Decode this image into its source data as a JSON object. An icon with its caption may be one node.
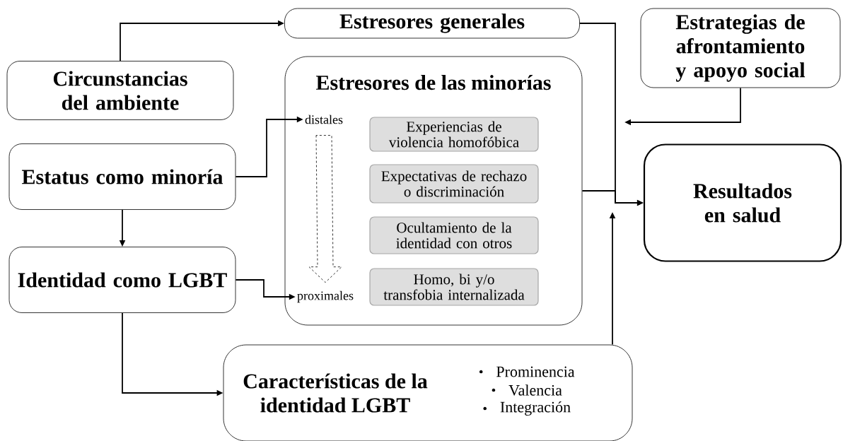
{
  "diagram": {
    "nodes": [
      {
        "text": [
          "Estresores generales"
        ]
      },
      {
        "text": [
          "Estrategias de afrontamiento y apoyo social"
        ]
      },
      {
        "text": [
          "Circunstancias del ambiente"
        ]
      },
      {
        "text": [
          "Estresores de las minorías"
        ]
      },
      {
        "text": [
          "distales"
        ],
        "in": 3
      },
      {
        "text": [
          "Experiencias de violencia homofóbica"
        ],
        "in": 3
      },
      {
        "text": [
          "Expectativas de rechazo o discriminación"
        ],
        "in": 3
      },
      {
        "text": [
          "Ocultamiento de la identidad con otros"
        ],
        "in": 3
      },
      {
        "text": [
          "Homo, bi y/o transfobia internalizada"
        ],
        "in": 3
      },
      {
        "text": [
          "proximales"
        ],
        "in": 3
      },
      {
        "text": [
          "Estatus como minoría"
        ]
      },
      {
        "text": [
          "Identidad como LGBT"
        ]
      },
      {
        "text": [
          "Resultados en salud"
        ]
      },
      {
        "text": [
          "Características de la identidad LGBT",
          "Prominencia",
          "Valencia",
          "Integración"
        ]
      }
    ],
    "edges": [
      {
        "from": 2,
        "to": 0,
        "arrow": "to"
      },
      {
        "from": 0,
        "to": 12,
        "arrow": "to"
      },
      {
        "from": 3,
        "to": 12,
        "arrow": "to"
      },
      {
        "from": 1,
        "to": null,
        "arrow": "to"
      },
      {
        "from": 13,
        "to": null,
        "arrow": "to"
      },
      {
        "from": 10,
        "to": 4,
        "arrow": "to"
      },
      {
        "from": 10,
        "to": 11,
        "arrow": "to"
      },
      {
        "from": 11,
        "to": 9,
        "arrow": "to"
      },
      {
        "from": 11,
        "to": 13,
        "arrow": "to"
      },
      {
        "from": 4,
        "to": 9,
        "arrow": "to",
        "style": "dashed"
      }
    ]
  }
}
